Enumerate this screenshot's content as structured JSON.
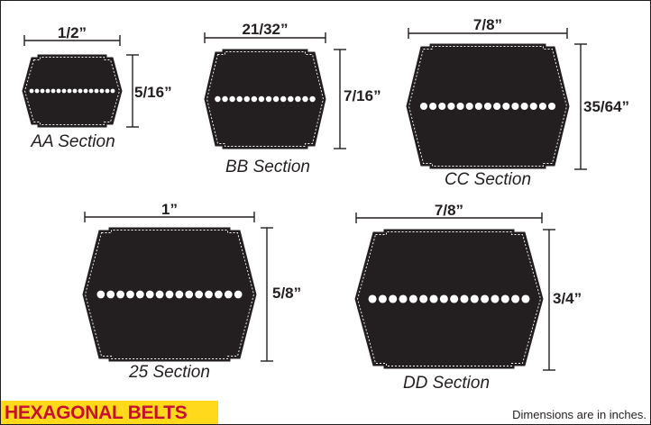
{
  "colors": {
    "belt": "#231f20",
    "stitch": "#ffffff",
    "banner_bg": "#ffd91a",
    "banner_text": "#c8102e"
  },
  "title": "HEXAGONAL BELTS",
  "footnote": "Dimensions are in inches.",
  "belts": [
    {
      "id": "aa",
      "name": "AA Section",
      "width": "1/2”",
      "height": "5/16”"
    },
    {
      "id": "bb",
      "name": "BB Section",
      "width": "21/32”",
      "height": "7/16”"
    },
    {
      "id": "cc",
      "name": "CC Section",
      "width": "7/8”",
      "height": "35/64”"
    },
    {
      "id": "25",
      "name": "25 Section",
      "width": "1”",
      "height": "5/8”"
    },
    {
      "id": "dd",
      "name": "DD Section",
      "width": "7/8”",
      "height": "3/4”"
    }
  ]
}
